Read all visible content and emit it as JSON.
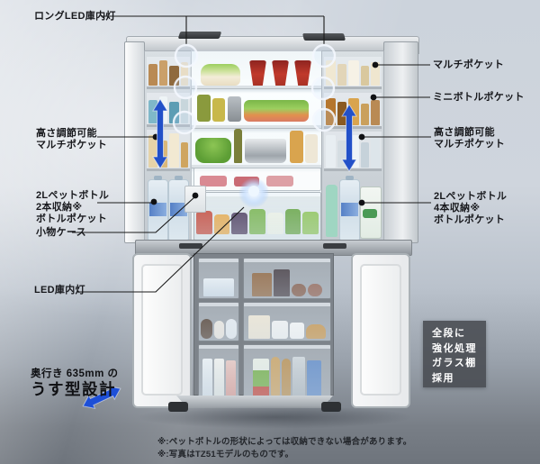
{
  "palette": {
    "leader_line": "#1a1a1a",
    "height_arrow_blue": "#2250c8",
    "depth_arrow_blue": "#1d4fd7",
    "badge_bg": "#484b51",
    "badge_text": "#ffffff"
  },
  "callouts": {
    "left": [
      {
        "id": "long-led-light",
        "text": "ロングLED庫内灯"
      },
      {
        "id": "height-adjust-multi-pocket-left",
        "text": "高さ調節可能\nマルチポケット"
      },
      {
        "id": "bottle-pocket-left",
        "text": "2Lペットボトル\n2本収納※\nボトルポケット"
      },
      {
        "id": "small-items-case",
        "text": "小物ケース"
      },
      {
        "id": "led-light",
        "text": "LED庫内灯"
      }
    ],
    "right": [
      {
        "id": "multi-pocket",
        "text": "マルチポケット"
      },
      {
        "id": "mini-bottle-pocket",
        "text": "ミニボトルポケット"
      },
      {
        "id": "height-adjust-multi-pocket-right",
        "text": "高さ調節可能\nマルチポケット"
      },
      {
        "id": "bottle-pocket-right",
        "text": "2Lペットボトル\n4本収納※\nボトルポケット"
      }
    ]
  },
  "depth_feature": {
    "line1": "奥行き 635mm の",
    "line2": "うす型設計"
  },
  "glass_shelf_badge": {
    "text": "全段に\n強化処理\nガラス棚\n採用"
  },
  "footnotes": [
    "※:ペットボトルの形状によっては収納できない場合があります。",
    "※:写真はTZ51モデルのものです。"
  ]
}
